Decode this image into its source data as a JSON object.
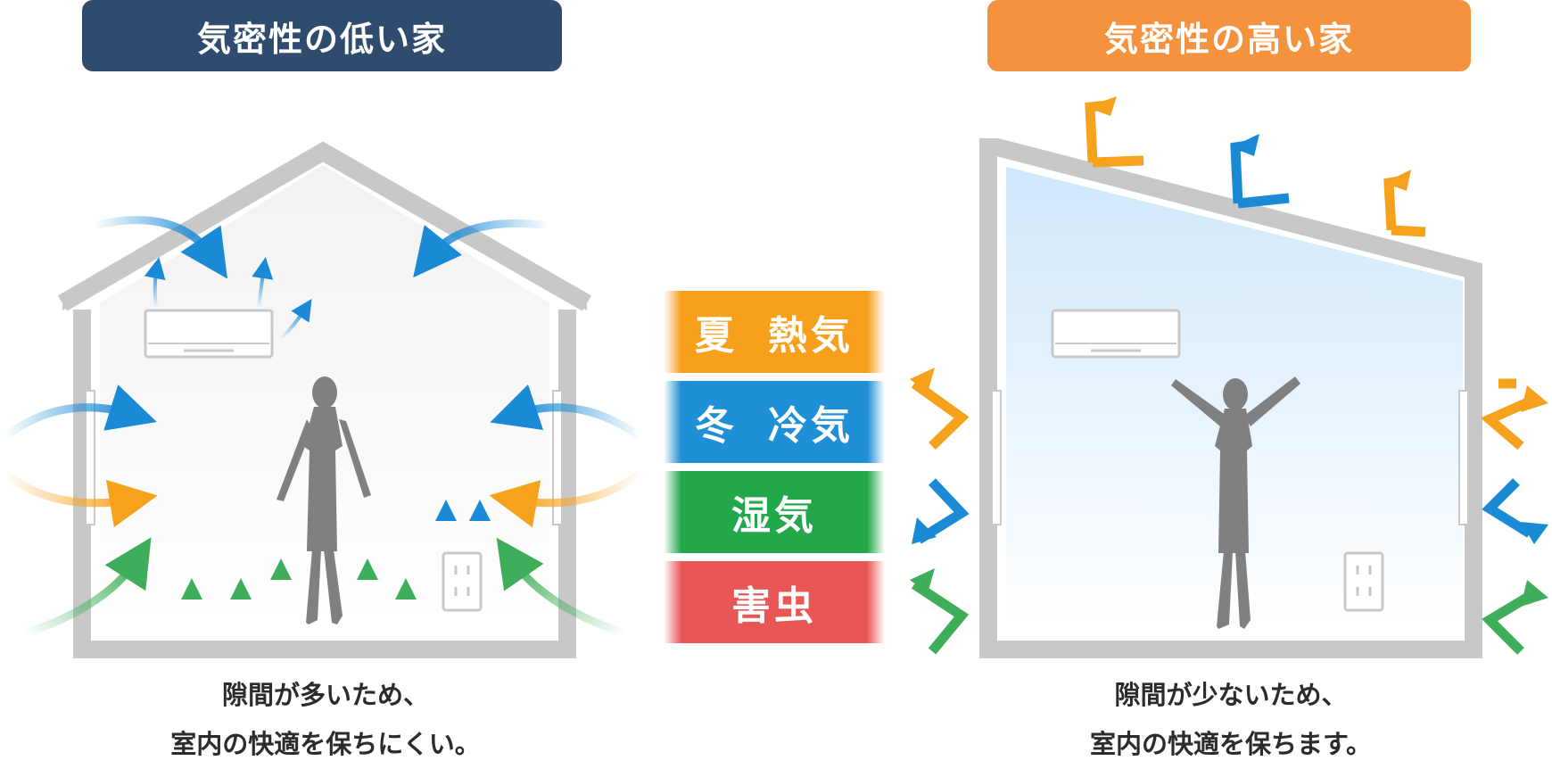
{
  "colors": {
    "navy": "#2f4c6e",
    "orange": "#f5923e",
    "wall_gray": "#c8c8c8",
    "summer_orange": "#f8a01c",
    "winter_blue": "#1f8fd6",
    "humidity_green": "#22a84a",
    "insect_red": "#e85756",
    "arrow_blue": "#1a8ad6",
    "arrow_orange": "#f7a21c",
    "arrow_green": "#3fae5a",
    "person_gray": "#808080"
  },
  "left_house": {
    "title": "気密性の低い家",
    "caption_line1": "隙間が多いため、",
    "caption_line2": "室内の快適を保ちにくい。"
  },
  "right_house": {
    "title": "気密性の高い家",
    "caption_line1": "隙間が少ないため、",
    "caption_line2": "室内の快適を保ちます。"
  },
  "labels": {
    "summer": {
      "a": "夏",
      "b": "熱気"
    },
    "winter": {
      "a": "冬",
      "b": "冷気"
    },
    "humidity": "湿気",
    "insects": "害虫"
  },
  "icons": [
    "air-conditioner-icon",
    "person-icon",
    "power-outlet-icon",
    "arrow-icon"
  ]
}
